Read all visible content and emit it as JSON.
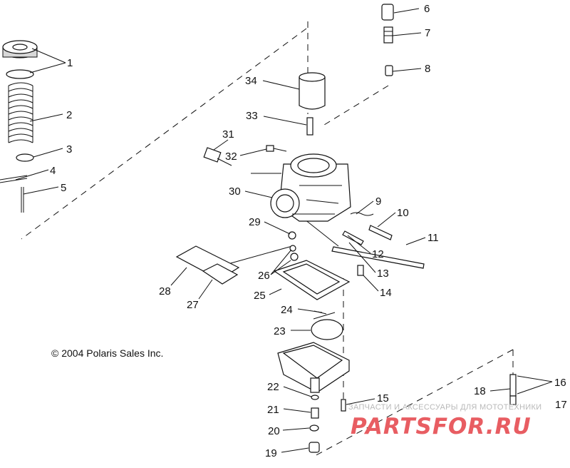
{
  "copyright": "© 2004 Polaris Sales Inc.",
  "watermark": {
    "line1": "ЗАПЧАСТИ И АКСЕССУАРЫ ДЛЯ МОТОТЕХНИКИ",
    "line2": "PARTSFOR.RU",
    "color": "#e85d62"
  },
  "callouts": [
    "1",
    "2",
    "3",
    "4",
    "5",
    "6",
    "7",
    "8",
    "9",
    "10",
    "11",
    "12",
    "13",
    "14",
    "15",
    "16",
    "17",
    "18",
    "19",
    "20",
    "21",
    "22",
    "23",
    "24",
    "25",
    "26",
    "27",
    "28",
    "29",
    "30",
    "31",
    "32",
    "33",
    "34"
  ]
}
